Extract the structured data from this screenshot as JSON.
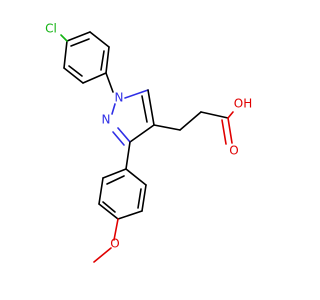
{
  "colors": {
    "background": "#ffffff",
    "carbon_bond": "#000000",
    "nitrogen": "#2f2fe6",
    "oxygen": "#e00000",
    "chlorine": "#13b313"
  },
  "atoms": {
    "cl": "Cl",
    "n1": "N",
    "n2": "N",
    "oh": "OH",
    "o_carbonyl": "O",
    "o_methoxy": "O"
  }
}
